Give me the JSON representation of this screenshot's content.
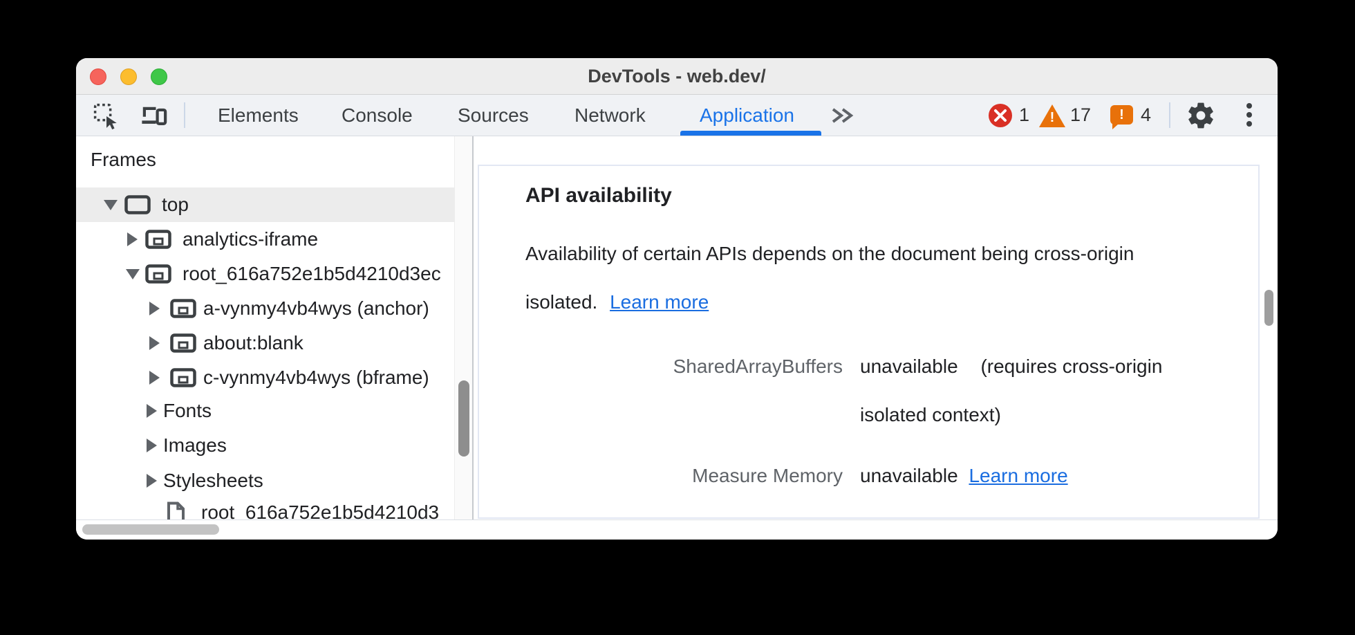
{
  "window": {
    "title": "DevTools - web.dev/"
  },
  "toolbar": {
    "tabs": [
      "Elements",
      "Console",
      "Sources",
      "Network",
      "Application"
    ],
    "active_tab": "Application",
    "error_count": "1",
    "warning_count": "17",
    "issue_count": "4",
    "colors": {
      "accent": "#1a73e8",
      "error": "#d93025",
      "warning": "#e8710a"
    }
  },
  "frames_panel": {
    "header": "Frames",
    "tree": [
      {
        "label": "top"
      },
      {
        "label": "analytics-iframe"
      },
      {
        "label": "root_616a752e1b5d4210d3ec"
      },
      {
        "label": "a-vynmy4vb4wys (anchor)"
      },
      {
        "label": "about:blank"
      },
      {
        "label": "c-vynmy4vb4wys (bframe)"
      },
      {
        "label": "Fonts"
      },
      {
        "label": "Images"
      },
      {
        "label": "Stylesheets"
      },
      {
        "label": "root_616a752e1b5d4210d3"
      }
    ]
  },
  "report": {
    "section_title": "API availability",
    "description_line1": "Availability of certain APIs depends on the document being cross-origin",
    "description_line2": "isolated.",
    "description_link": "Learn more",
    "rows": [
      {
        "api": "SharedArrayBuffers",
        "status": "unavailable",
        "note_line1": "(requires cross-origin",
        "note_line2": "isolated context)"
      },
      {
        "api": "Measure Memory",
        "status": "unavailable",
        "link": "Learn more"
      }
    ]
  }
}
